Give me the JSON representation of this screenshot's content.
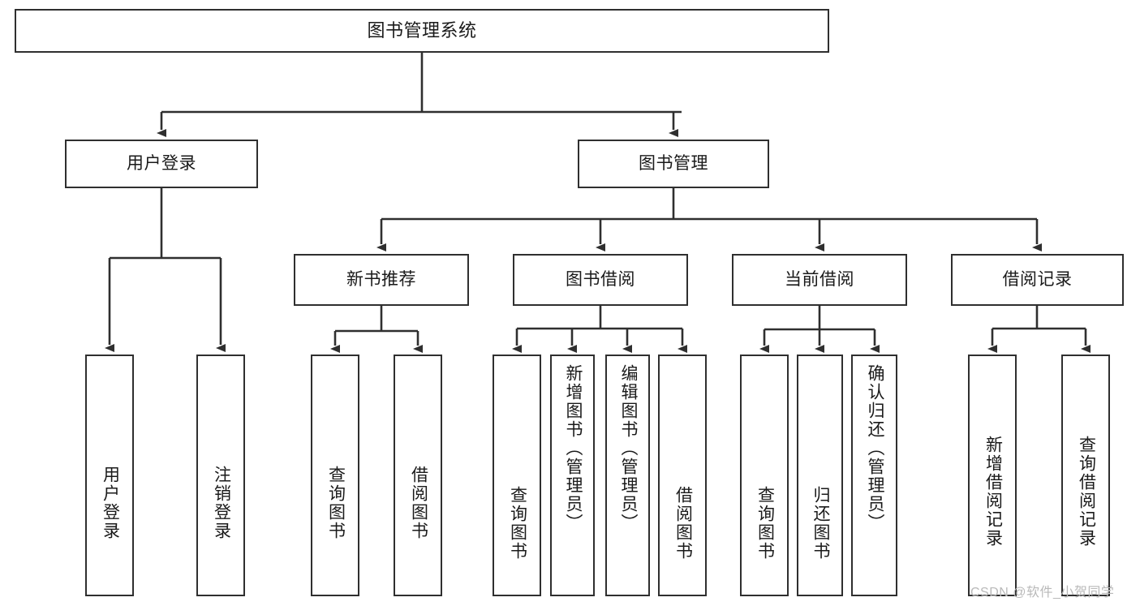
{
  "diagram": {
    "title": "图书管理系统",
    "style": {
      "line_color": "#2f2f2f",
      "box_fill": "#ffffff",
      "text_color": "#1a1a1a",
      "watermark_color": "#b9b9b9"
    },
    "levels": {
      "root": {
        "label": "图书管理系统"
      },
      "level2": [
        {
          "label": "用户登录"
        },
        {
          "label": "图书管理"
        }
      ],
      "level3": [
        {
          "label": "新书推荐"
        },
        {
          "label": "图书借阅"
        },
        {
          "label": "当前借阅"
        },
        {
          "label": "借阅记录"
        }
      ],
      "leaves": {
        "user_login": [
          {
            "label": "用户登录"
          },
          {
            "label": "注销登录"
          }
        ],
        "new_book_recommend": [
          {
            "label": "查询图书"
          },
          {
            "label": "借阅图书"
          }
        ],
        "book_borrow": [
          {
            "label": "查询图书"
          },
          {
            "label": "新增图书（管理员）"
          },
          {
            "label": "编辑图书（管理员）"
          },
          {
            "label": "借阅图书"
          }
        ],
        "current_borrow": [
          {
            "label": "查询图书"
          },
          {
            "label": "归还图书"
          },
          {
            "label": "确认归还（管理员）"
          }
        ],
        "borrow_record": [
          {
            "label": "新增借阅记录"
          },
          {
            "label": "查询借阅记录"
          }
        ]
      }
    }
  },
  "watermark": {
    "text": "CSDN @软件_小贺同学"
  }
}
